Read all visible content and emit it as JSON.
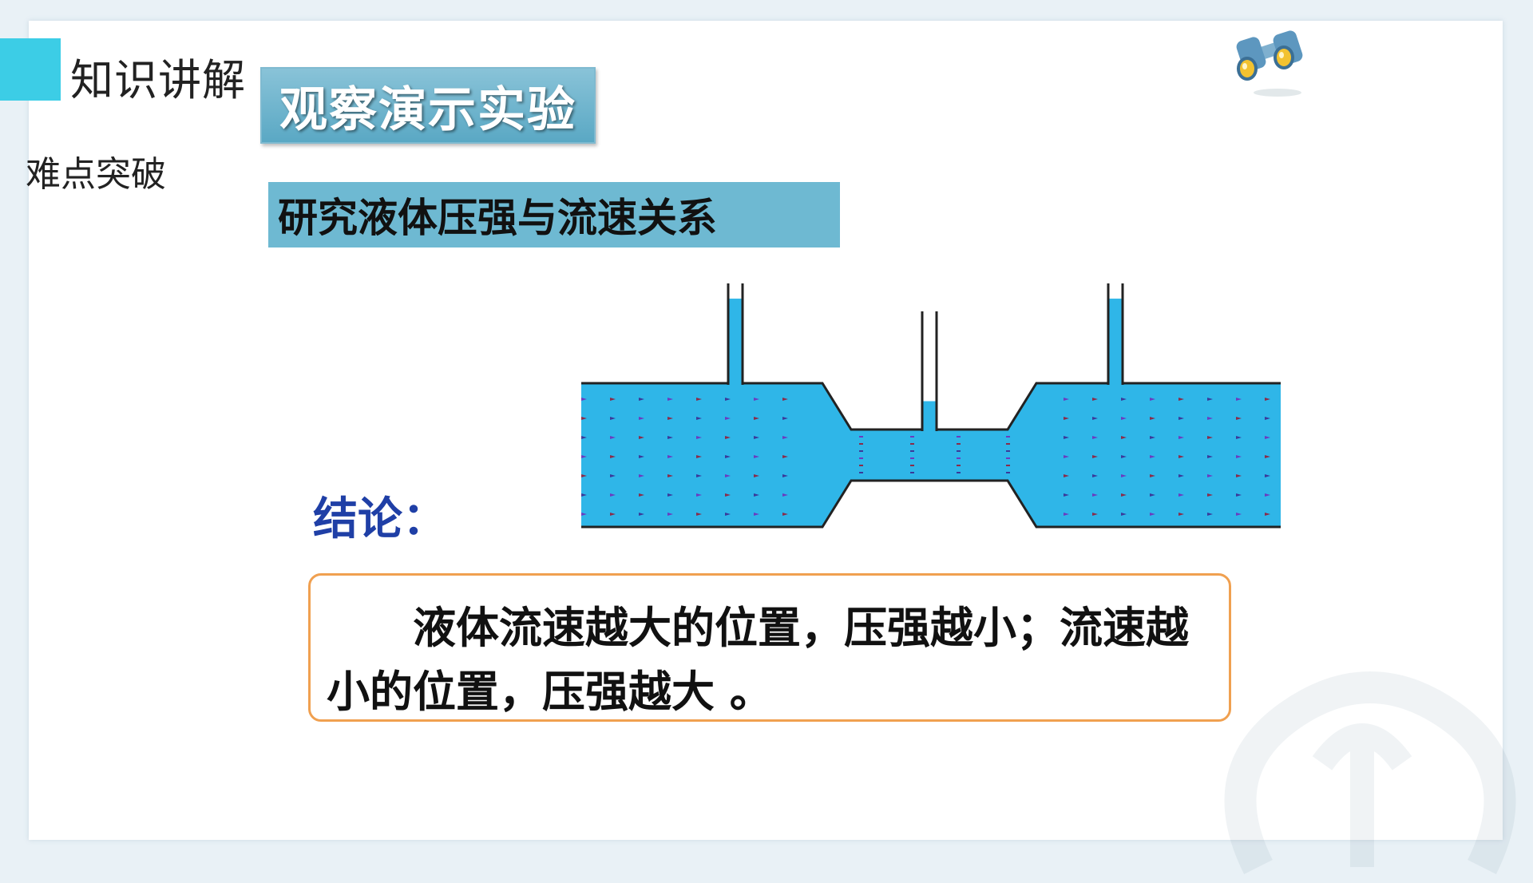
{
  "header": {
    "section_title": "知识讲解",
    "subsection_title": "难点突破"
  },
  "banners": {
    "observe": "观察演示实验",
    "study": "研究液体压强与流速关系"
  },
  "conclusion": {
    "label": "结论：",
    "text": "液体流速越大的位置，压强越小；流速越小的位置，压强越大 。"
  },
  "icons": {
    "decoration": "binoculars-icon"
  },
  "colors": {
    "accent": "#3ccde6",
    "banner": "#6eb9d2",
    "water": "#2fb6e8",
    "conclusion_label": "#1f3fa6",
    "conclusion_border": "#f0a050"
  },
  "diagram": {
    "tube_levels": [
      0.85,
      0.25,
      0.85
    ]
  }
}
